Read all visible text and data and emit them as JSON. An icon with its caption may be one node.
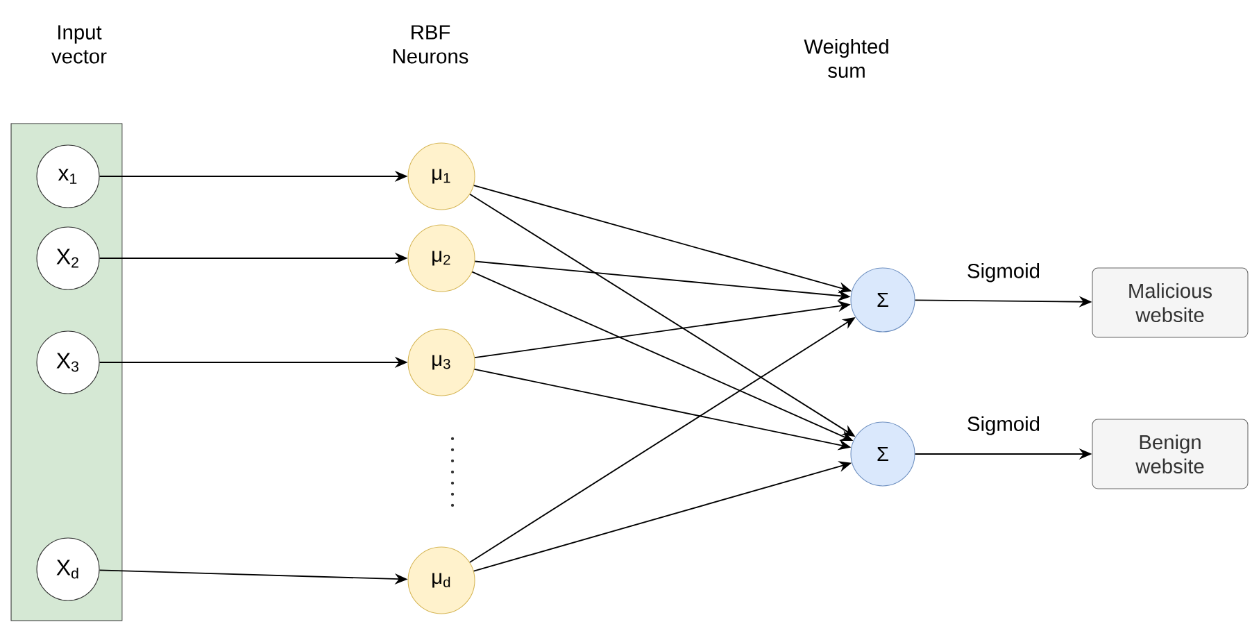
{
  "diagram": {
    "nodes": [
      {
        "text": [
          "Input vector"
        ]
      },
      {
        "text": [
          "x$_{1}$"
        ],
        "in": 0
      },
      {
        "text": [
          "X$_{2}$"
        ],
        "in": 0
      },
      {
        "text": [
          "X$_{3}$"
        ],
        "in": 0
      },
      {
        "text": [
          "X$_{d}$"
        ],
        "in": 0
      },
      {
        "text": [
          "μ$_{1}$"
        ]
      },
      {
        "text": [
          "μ$_{2}$"
        ]
      },
      {
        "text": [
          "μ$_{3}$"
        ]
      },
      {
        "text": [
          "μ$_{d}$"
        ]
      },
      {
        "text": [
          "Σ"
        ]
      },
      {
        "text": [
          "Σ"
        ]
      },
      {
        "text": [
          "Malicious website"
        ]
      },
      {
        "text": [
          "Benign website"
        ]
      }
    ],
    "edges": [
      {
        "from": 1,
        "to": 5,
        "arrow": "to"
      },
      {
        "from": 2,
        "to": 6,
        "arrow": "to"
      },
      {
        "from": 3,
        "to": 7,
        "arrow": "to"
      },
      {
        "from": 4,
        "to": 8,
        "arrow": "to"
      },
      {
        "from": 5,
        "to": 9,
        "arrow": "to"
      },
      {
        "from": 5,
        "to": 10,
        "arrow": "to"
      },
      {
        "from": 6,
        "to": 9,
        "arrow": "to"
      },
      {
        "from": 6,
        "to": 10,
        "arrow": "to"
      },
      {
        "from": 7,
        "to": 9,
        "arrow": "to"
      },
      {
        "from": 7,
        "to": 10,
        "arrow": "to"
      },
      {
        "from": 8,
        "to": 9,
        "arrow": "to"
      },
      {
        "from": 8,
        "to": 10,
        "arrow": "to"
      },
      {
        "from": 9,
        "to": 11,
        "arrow": "to",
        "label": "Sigmoid"
      },
      {
        "from": 10,
        "to": 12,
        "arrow": "to",
        "label": "Sigmoid"
      }
    ],
    "labels": [
      "RBF Neurons",
      "Weighted sum"
    ]
  }
}
